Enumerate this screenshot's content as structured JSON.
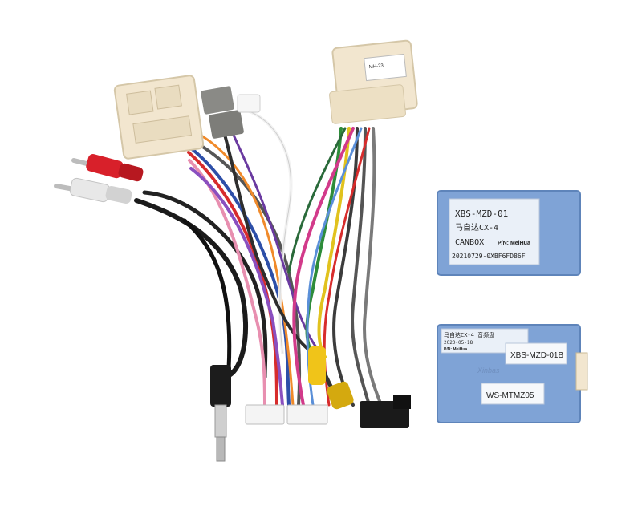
{
  "canbox_top": {
    "model": "XBS-MZD-01",
    "vehicle": "马自达CX-4",
    "type_label": "CANBOX",
    "pn_label": "P/N: MeiHua",
    "serial": "20210729-0XBF6FD86F"
  },
  "canbox_bottom": {
    "vehicle_line": "马自达CX-4 音频盘",
    "date": "2020-05-18",
    "pn_label": "P/N: MeiHua",
    "model": "XBS-MZD-01B",
    "code": "WS-MTMZ05",
    "brand": "Xinbas"
  },
  "colors": {
    "box_blue": "#7fa3d6",
    "connector_cream": "#f2e6cf",
    "connector_grey": "#8a8a86",
    "rca_red": "#d8202a",
    "rca_white": "#e8e8e8",
    "rca_yellow": "#f0c419"
  }
}
